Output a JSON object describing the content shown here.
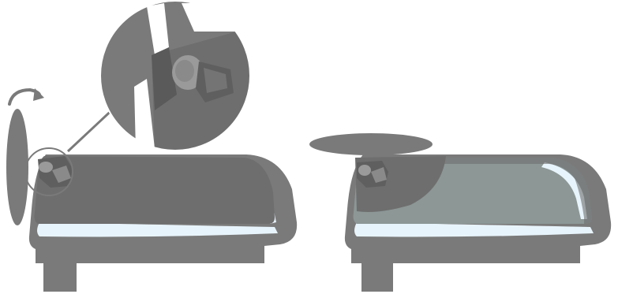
{
  "figure": {
    "panels": [
      {
        "name": "step-attach-stand",
        "elements": [
          "table-surface",
          "monitor-screen-edge-view",
          "stand-hinge",
          "rotation-arrow",
          "zoom-callout-hinge-detail",
          "callout-leader-line"
        ]
      },
      {
        "name": "step-stand-folded-flat",
        "elements": [
          "table-surface",
          "monitor-screen-face-down",
          "stand-base-plate",
          "stand-hinge"
        ]
      }
    ],
    "colors": {
      "object": "#7a7a7a",
      "object_dark": "#6e6e6e",
      "detail_light": "#9a9a9a",
      "highlight": "#e8f4fb",
      "screen_glass": "#8c9796",
      "background": "#ffffff"
    }
  }
}
